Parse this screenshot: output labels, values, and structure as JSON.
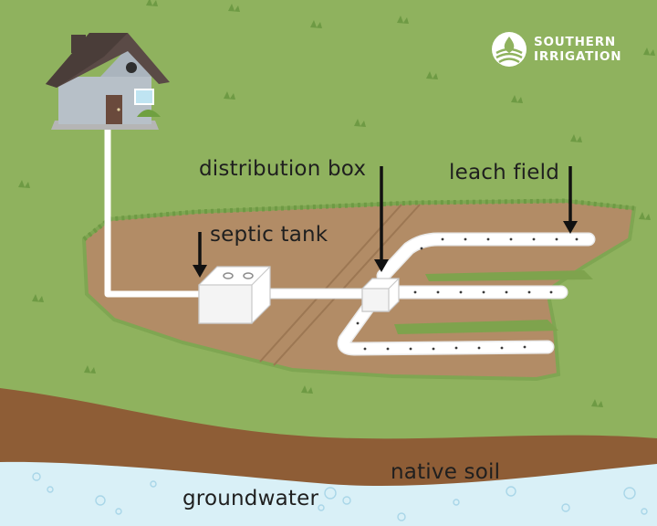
{
  "labels": {
    "distribution_box": "distribution box",
    "leach_field": "leach field",
    "septic_tank": "septic tank",
    "native_soil": "native soil",
    "groundwater": "groundwater"
  },
  "brand": {
    "line1": "SOUTHERN",
    "line2": "IRRIGATION",
    "icon": "leaf-drop-logo-icon"
  },
  "colors": {
    "grass": "#8fb25e",
    "dirt": "#b28c66",
    "soil_band": "#8e5d36",
    "groundwater": "#d9f0f7",
    "pipe": "#ffffff"
  }
}
